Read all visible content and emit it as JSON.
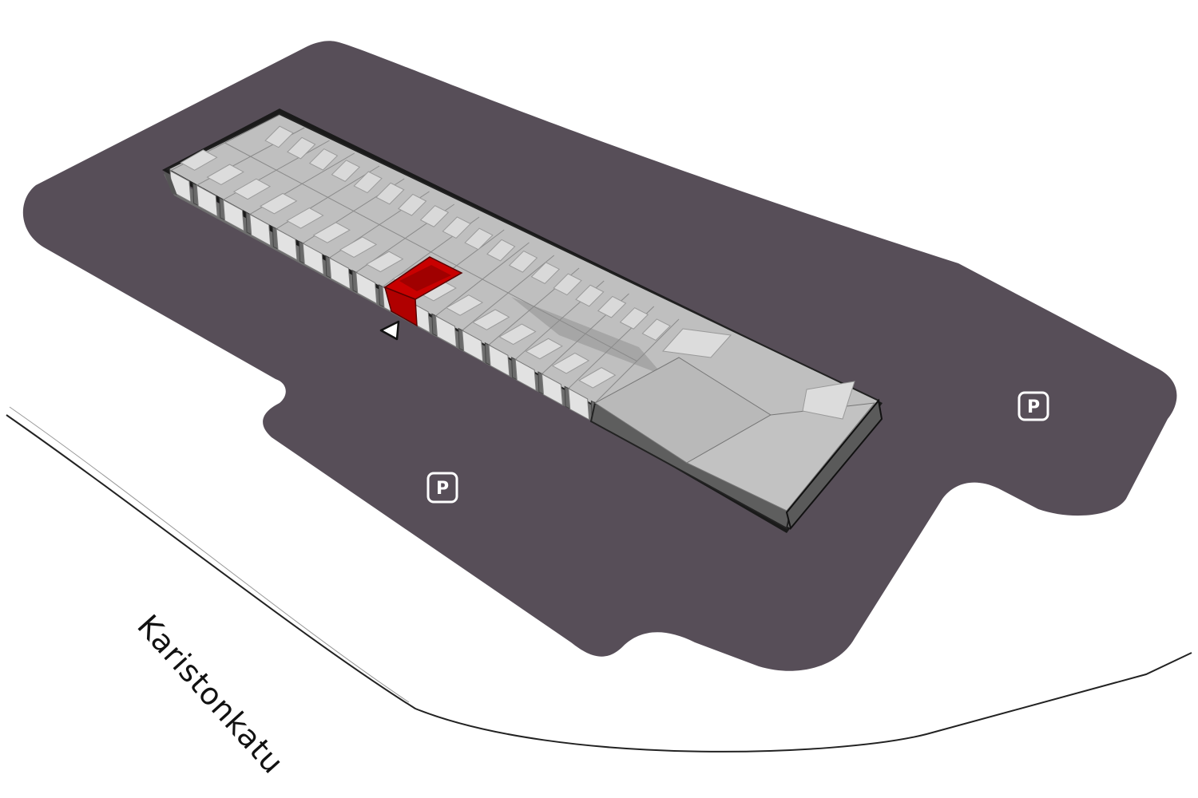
{
  "street": {
    "name": "Karistonkatu"
  },
  "parking": {
    "symbol": "P",
    "count": 2
  },
  "building": {
    "units_front_row": 16,
    "units_back_row": 18,
    "highlighted_unit": "selected-apartment"
  },
  "entrance": {
    "icon": "entrance-arrow-icon"
  },
  "colors": {
    "background": "#ffffff",
    "lot": "#574e58",
    "roof": "#bfbfbf",
    "roof_light": "#dedede",
    "wall": "#8c8c8c",
    "highlight": "#c80000",
    "highlight_dark": "#8e0000",
    "road_line": "#222222"
  }
}
